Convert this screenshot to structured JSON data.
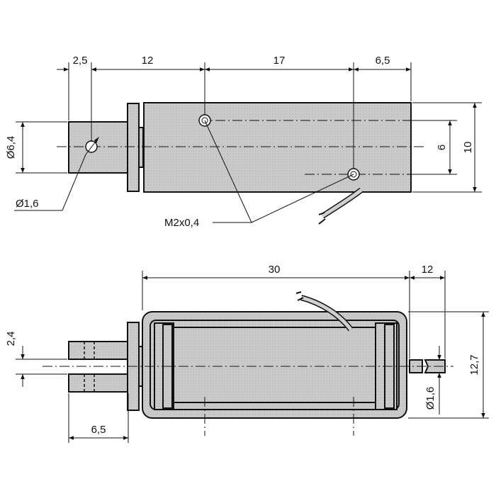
{
  "colors": {
    "body_fill": "#c8c8c8",
    "flange_fill": "#b8b8b8",
    "line": "#111111"
  },
  "top_view": {
    "dim_plunger_tip": "2,5",
    "dim_first_hole": "12",
    "dim_hole_spacing": "17",
    "dim_rear_offset": "6,5",
    "dim_plunger_dia": "Ø6,4",
    "dim_hole_offset": "6",
    "dim_body_height": "10",
    "dim_pin_dia": "Ø1,6",
    "thread_label": "M2x0,4"
  },
  "side_view": {
    "dim_body_length": "30",
    "dim_stroke": "12",
    "dim_slot": "2,4",
    "dim_plunger_len": "6,5",
    "dim_body_height": "12,7",
    "dim_pin_dia": "Ø1,6"
  }
}
